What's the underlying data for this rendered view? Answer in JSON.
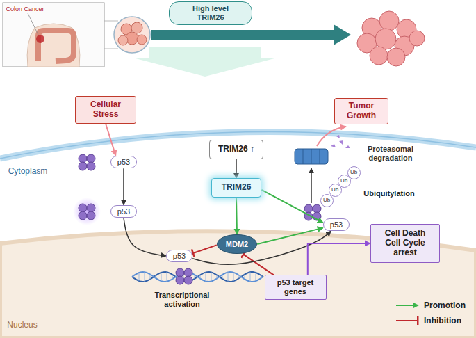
{
  "diagram": {
    "nodes": [
      {
        "text": [
          "High level TRIM26"
        ]
      },
      {
        "text": [
          "Tumor Growth"
        ]
      },
      {
        "text": [
          "Cellular Stress"
        ]
      },
      {
        "text": [
          "p53"
        ]
      },
      {
        "text": [
          "TRIM26 ↑"
        ]
      },
      {
        "text": [
          "p53"
        ]
      },
      {
        "text": [
          "TRIM26"
        ]
      },
      {
        "text": [
          "Ub"
        ]
      },
      {
        "text": [
          "Ub"
        ]
      },
      {
        "text": [
          "Ub"
        ]
      },
      {
        "text": [
          "Ub"
        ]
      },
      {
        "text": [
          "MDM2"
        ]
      },
      {
        "text": [
          "p53"
        ]
      },
      {
        "text": [
          "p53"
        ]
      },
      {
        "text": [
          "p53 target genes"
        ]
      },
      {
        "text": [
          "Cell Death Cell Cycle arrest"
        ]
      }
    ],
    "edges": [
      {
        "from": 2,
        "to": 3,
        "arrow": "to"
      },
      {
        "from": 3,
        "to": 5,
        "arrow": "to"
      },
      {
        "from": 5,
        "to": 13,
        "arrow": "to"
      },
      {
        "from": 4,
        "to": 6,
        "arrow": "to"
      },
      {
        "from": 6,
        "to": 11,
        "arrow": "to"
      },
      {
        "from": 6,
        "to": 12,
        "arrow": "to"
      },
      {
        "from": 11,
        "to": 12,
        "arrow": "to"
      },
      {
        "from": 11,
        "to": 13,
        "arrow": "to"
      },
      {
        "from": 14,
        "to": 11,
        "arrow": "to"
      },
      {
        "from": 13,
        "to": 12,
        "arrow": "to"
      },
      {
        "from": 14,
        "to": 15,
        "arrow": "to"
      }
    ],
    "labels": [
      "Colon Cancer",
      "Cytoplasm",
      "Proteasomal degradation",
      "Ubiquitylation",
      "Transcriptional activation",
      "Nucleus"
    ],
    "legend": [
      {
        "text": "Promotion"
      },
      {
        "text": "Inhibition"
      }
    ]
  }
}
